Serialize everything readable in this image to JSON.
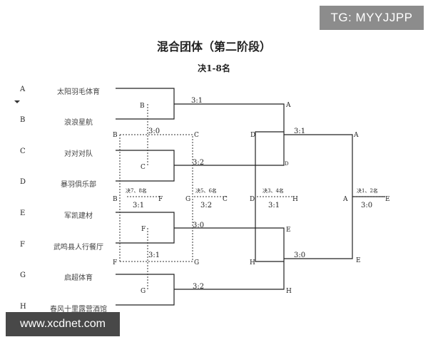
{
  "title": "混合团体（第二阶段）",
  "subtitle": "决1-8名",
  "overlays": {
    "tg": "TG: MYYJJPP",
    "site": "www.xcdnet.com"
  },
  "teams": [
    {
      "letter": "A",
      "name": "太阳羽毛体育"
    },
    {
      "letter": "B",
      "name": "浪浪星航"
    },
    {
      "letter": "C",
      "name": "对对对队"
    },
    {
      "letter": "D",
      "name": "暴羽俱乐部"
    },
    {
      "letter": "E",
      "name": "军凯建材"
    },
    {
      "letter": "F",
      "name": "武鸣县人行餐厅"
    },
    {
      "letter": "G",
      "name": "启超体育"
    },
    {
      "letter": "H",
      "name": "春风十里露营酒馆"
    }
  ],
  "bracket": {
    "quarter": {
      "q1": {
        "winner": "B",
        "score": "3:1"
      },
      "q2": {
        "winner": "C",
        "score": "3:2"
      },
      "q3": {
        "winner": "F",
        "score": "3:0"
      },
      "q4": {
        "winner": "G",
        "score": "3:2"
      }
    },
    "semi": {
      "s1": {
        "winner": "A",
        "loser": "D",
        "score": "3:1"
      },
      "s2": {
        "winner": "E",
        "loser": "H",
        "score": "3:0"
      }
    },
    "final": {
      "label": "决1、2名",
      "left": "A",
      "right": "E",
      "score": "3:0"
    },
    "third": {
      "label": "决3、4名",
      "left": "D",
      "right": "H",
      "score": "3:1"
    },
    "fifth": {
      "label": "决5、6名",
      "left": "G",
      "right": "C",
      "score": "3:2"
    },
    "seventh": {
      "label": "决7、8名",
      "left": "B",
      "right": "F",
      "score": "3:1"
    },
    "placement_semi_top": {
      "left": "B",
      "right": "C",
      "score": "3:0"
    },
    "placement_semi_bottom": {
      "left": "F",
      "right": "G",
      "score": "3:1"
    }
  }
}
